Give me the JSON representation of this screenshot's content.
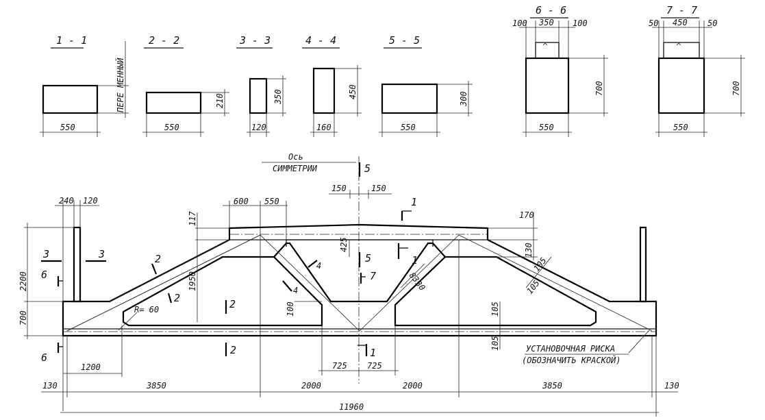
{
  "sections": {
    "s1": {
      "title": "1 - 1",
      "width": "550",
      "height": "ПЕРЕ МЕННЫЙ"
    },
    "s2": {
      "title": "2 - 2",
      "width": "550",
      "height": "210"
    },
    "s3": {
      "title": "3 - 3",
      "width": "120",
      "height": "350"
    },
    "s4": {
      "title": "4 - 4",
      "width": "160",
      "height": "450"
    },
    "s5": {
      "title": "5 - 5",
      "width": "550",
      "height": "300"
    },
    "s6": {
      "title": "6 - 6",
      "top_left": "100",
      "top_mid": "350",
      "top_right": "100",
      "height": "700",
      "width": "550"
    },
    "s7": {
      "title": "7 - 7",
      "top_left": "50",
      "top_mid": "450",
      "top_right": "50",
      "height": "700",
      "width": "550"
    }
  },
  "axis": {
    "line1": "Ось",
    "line2": "СИММЕТРИИ"
  },
  "cuts": {
    "c1": "1",
    "c2": "2",
    "c3": "3",
    "c4": "4",
    "c5": "5",
    "c6": "6",
    "c7": "7"
  },
  "dims": {
    "d240": "240",
    "d120": "120",
    "d600": "600",
    "d550": "550",
    "d150a": "150",
    "d150b": "150",
    "d117": "117",
    "d170": "170",
    "d130": "130",
    "d425": "425",
    "d105a": "105",
    "d105b": "105",
    "d2200": "2200",
    "d700": "700",
    "d1950": "1950",
    "d100": "100",
    "d83": "83",
    "d30": "30",
    "r60": "R= 60",
    "d105c": "105",
    "d105d": "105",
    "d1200": "1200",
    "d725a": "725",
    "d725b": "725",
    "b130a": "130",
    "b3850a": "3850",
    "b2000a": "2000",
    "b2000b": "2000",
    "b3850b": "3850",
    "b130b": "130",
    "total": "11960"
  },
  "note": {
    "line1": "УСТАНОВОЧНАЯ РИСКА",
    "line2": "(ОБОЗНАЧИТЬ КРАСКОЙ)"
  }
}
